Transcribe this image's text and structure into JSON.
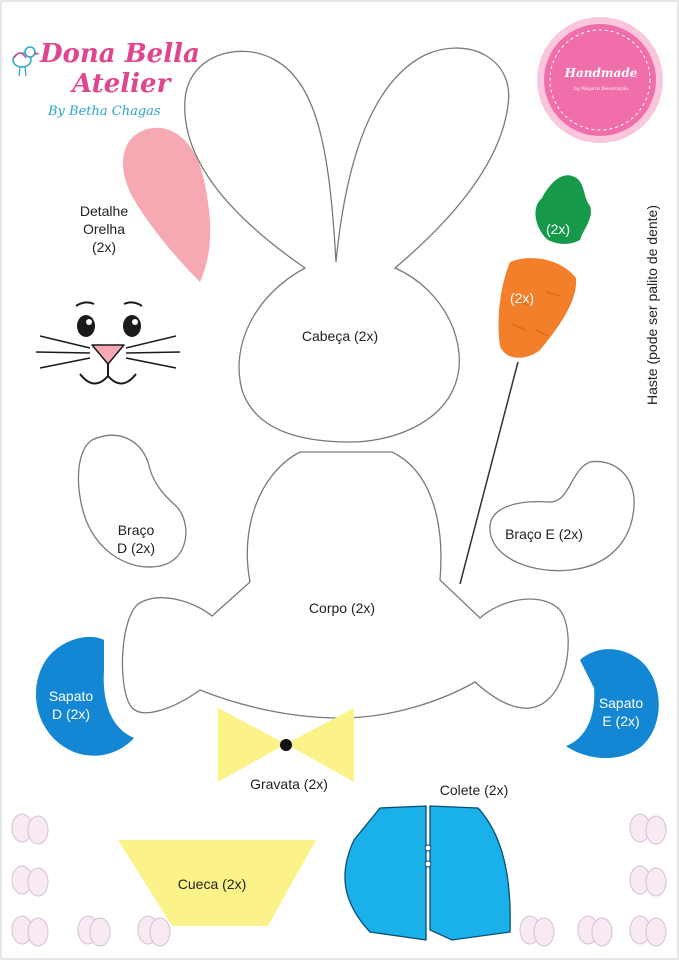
{
  "brand": {
    "name_line1": "Dona Bella",
    "name_line2": "Atelier",
    "byline": "By Betha Chagas"
  },
  "badge": {
    "title": "Handmade",
    "subtitle": "by Nayara Decoração",
    "color": "#f06eaa"
  },
  "labels": {
    "ear_detail": [
      "Detalhe",
      "Orelha",
      "(2x)"
    ],
    "head": "Cabeça (2x)",
    "carrot_leaves": "(2x)",
    "carrot": "(2x)",
    "stick": "Haste (pode ser palito de dente)",
    "arm_right": [
      "Braço",
      "D (2x)"
    ],
    "arm_left": "Braço E (2x)",
    "body": "Corpo (2x)",
    "shoe_right": [
      "Sapato",
      "D (2x)"
    ],
    "shoe_left": [
      "Sapato",
      "E (2x)"
    ],
    "bowtie": "Gravata (2x)",
    "vest": "Colete (2x)",
    "briefs": "Cueca (2x)"
  },
  "colors": {
    "ear_pink": "#f6a9b3",
    "nose_pink": "#f6a9b3",
    "carrot_orange": "#f47f2a",
    "leaf_green": "#169a4a",
    "shoe_blue": "#1487d4",
    "vest_blue": "#1ab0ea",
    "bowtie_yellow": "#fbf38a",
    "outline_gray": "#7a7a7a"
  },
  "icons": [
    "bird-icon",
    "easter-egg-icon",
    "bunny-face-icon"
  ]
}
